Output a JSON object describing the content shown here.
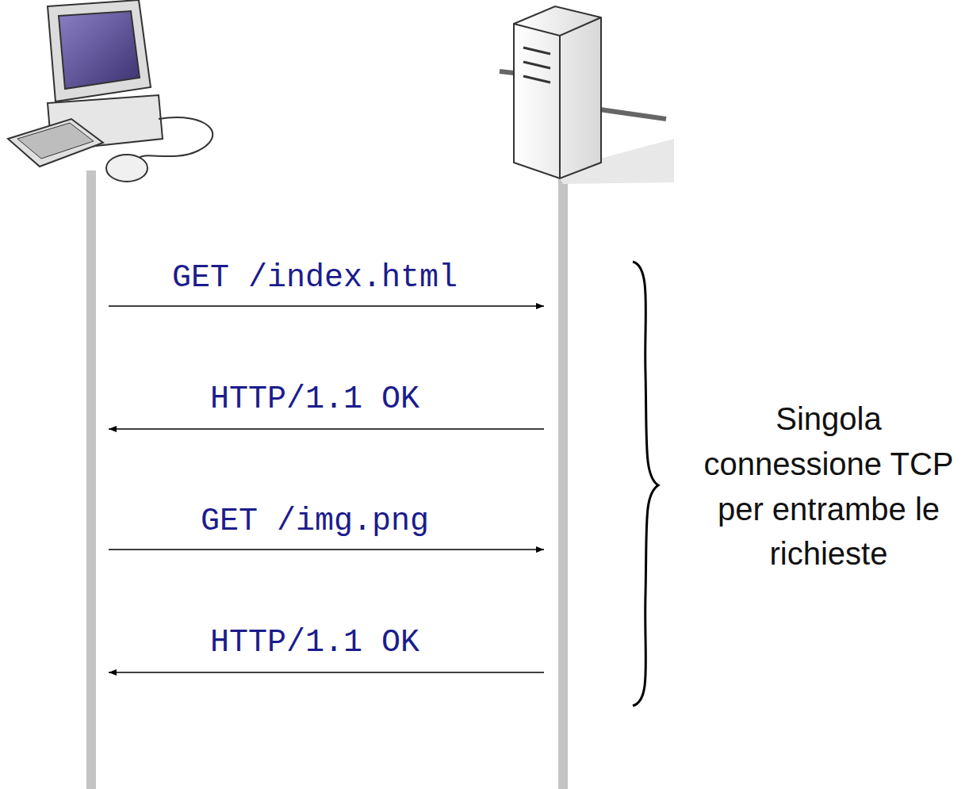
{
  "diagram": {
    "labels": [
      "GET /index.html",
      "HTTP/1.1 OK",
      "GET /img.png",
      "HTTP/1.1 OK",
      "Singola connessione TCP per entrambe le richieste"
    ]
  }
}
